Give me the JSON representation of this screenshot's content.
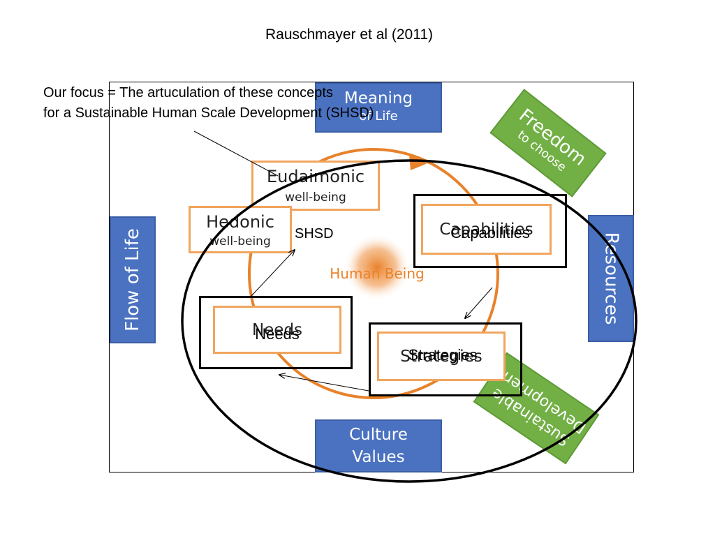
{
  "title": "Rauschmayer et al (2011)",
  "focus_note": {
    "line1": "Our focus = The artuculation of these concepts",
    "line2": "for a Sustainable Human Scale Development (SHSD)"
  },
  "boxes": {
    "meaning": {
      "line1": "Meaning",
      "line2": "of Life"
    },
    "freedom": {
      "line1": "Freedom",
      "line2": "to choose"
    },
    "flow_of_life": "Flow of Life",
    "resources": "Resources",
    "sustainable": {
      "line1": "Sustainable",
      "line2": "Development"
    },
    "culture": {
      "line1": "Culture",
      "line2": "Values"
    },
    "eudaimonic": {
      "line1": "Eudaimonic",
      "line2": "well-being"
    },
    "hedonic": {
      "line1": "Hedonic",
      "line2": "well-being"
    },
    "capabilities_inner": "Capabilities",
    "needs_inner": "Needs",
    "strategies_inner": "Strategies"
  },
  "center_label": "Human Being",
  "overlay_labels": {
    "shsd": "SHSD",
    "capabilities": "Capabilities",
    "needs": "Needs",
    "strategies": "Strategies"
  },
  "colors": {
    "blue": "#4a72c0",
    "green": "#72b046",
    "orange": "#e8822a",
    "orange_border": "#f0a55e"
  }
}
